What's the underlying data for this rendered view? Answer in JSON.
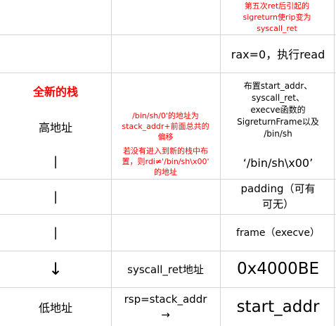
{
  "rows": [
    {
      "left": "",
      "mid": "",
      "right": "第五次ret后引起的\nsigreturn使rip变为\nsyscall_ret"
    },
    {
      "left": "",
      "mid": "",
      "right": "rax=0，执行read"
    },
    {
      "left": "全新的栈",
      "mid": "",
      "right": "布置start_addr、\nsyscall_ret、\nexecve函数的\nSigreturnFrame以及\n/bin/sh"
    },
    {
      "left": "高地址",
      "mid": "/bin/sh/0'的地址为\nstack_addr+前面总共的\n偏移",
      "right": ""
    },
    {
      "left": "|",
      "mid": "若没有进入到新的栈中布\n置，则rdi≠'/bin/sh\\x00'\n的地址",
      "right": "‘/bin/sh\\x00’"
    },
    {
      "left": "|",
      "mid": "",
      "right": "padding（可有\n可无）"
    },
    {
      "left": "|",
      "mid": "",
      "right": "frame（execve）"
    },
    {
      "left": "↓",
      "mid": "syscall_ret地址",
      "right": "0x4000BE"
    },
    {
      "left": "低地址",
      "mid": "rsp=stack_addr\n→",
      "right": "start_addr"
    }
  ]
}
